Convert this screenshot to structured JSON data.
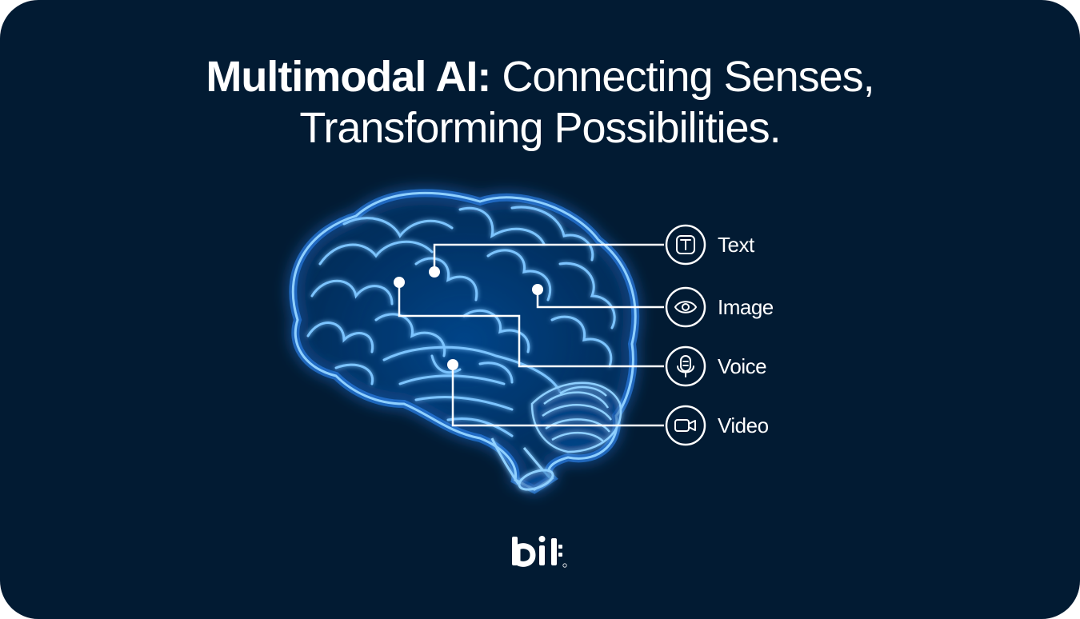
{
  "title": {
    "bold": "Multimodal AI:",
    "regular_line1": "Connecting Senses,",
    "line2": "Transforming Possibilities."
  },
  "modalities": [
    {
      "label": "Text",
      "icon": "text-icon"
    },
    {
      "label": "Image",
      "icon": "eye-icon"
    },
    {
      "label": "Voice",
      "icon": "microphone-icon"
    },
    {
      "label": "Video",
      "icon": "video-camera-icon"
    }
  ],
  "logo": {
    "text": "bit",
    "mark": "®"
  },
  "colors": {
    "background": "#021b33",
    "brain_glow": "#2f8cff",
    "brain_line": "#7cc4ff",
    "connector": "#ffffff"
  }
}
